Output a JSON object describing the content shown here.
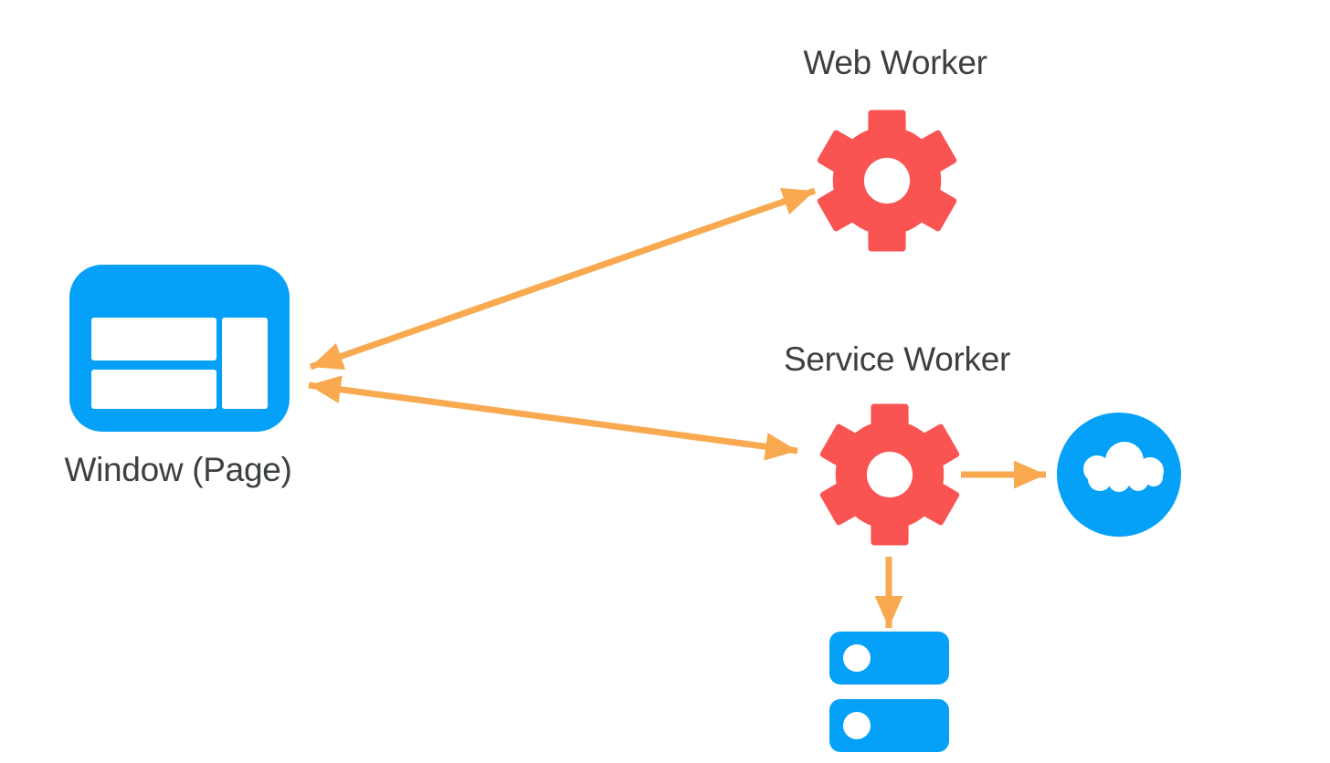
{
  "colors": {
    "bg": "#ffffff",
    "blue": "#05a1f8",
    "red": "#f95352",
    "orange": "#f9a94f",
    "text": "#3c4043"
  },
  "diagram": {
    "nodes": {
      "window": {
        "label": "Window (Page)",
        "icon": "browser-window-icon",
        "color": "#05a1f8"
      },
      "web_worker": {
        "label": "Web Worker",
        "icon": "gear-icon",
        "color": "#f95352"
      },
      "service_worker": {
        "label": "Service Worker",
        "icon": "gear-icon",
        "color": "#f95352"
      },
      "network": {
        "label": "",
        "icon": "cloud-icon",
        "color": "#05a1f8"
      },
      "storage": {
        "label": "",
        "icon": "database-icon",
        "color": "#05a1f8"
      }
    },
    "edges": [
      {
        "from": "window",
        "to": "web_worker",
        "direction": "bidirectional",
        "color": "#f9a94f"
      },
      {
        "from": "window",
        "to": "service_worker",
        "direction": "bidirectional",
        "color": "#f9a94f"
      },
      {
        "from": "service_worker",
        "to": "network",
        "direction": "one-way",
        "color": "#f9a94f"
      },
      {
        "from": "service_worker",
        "to": "storage",
        "direction": "one-way",
        "color": "#f9a94f"
      }
    ]
  }
}
